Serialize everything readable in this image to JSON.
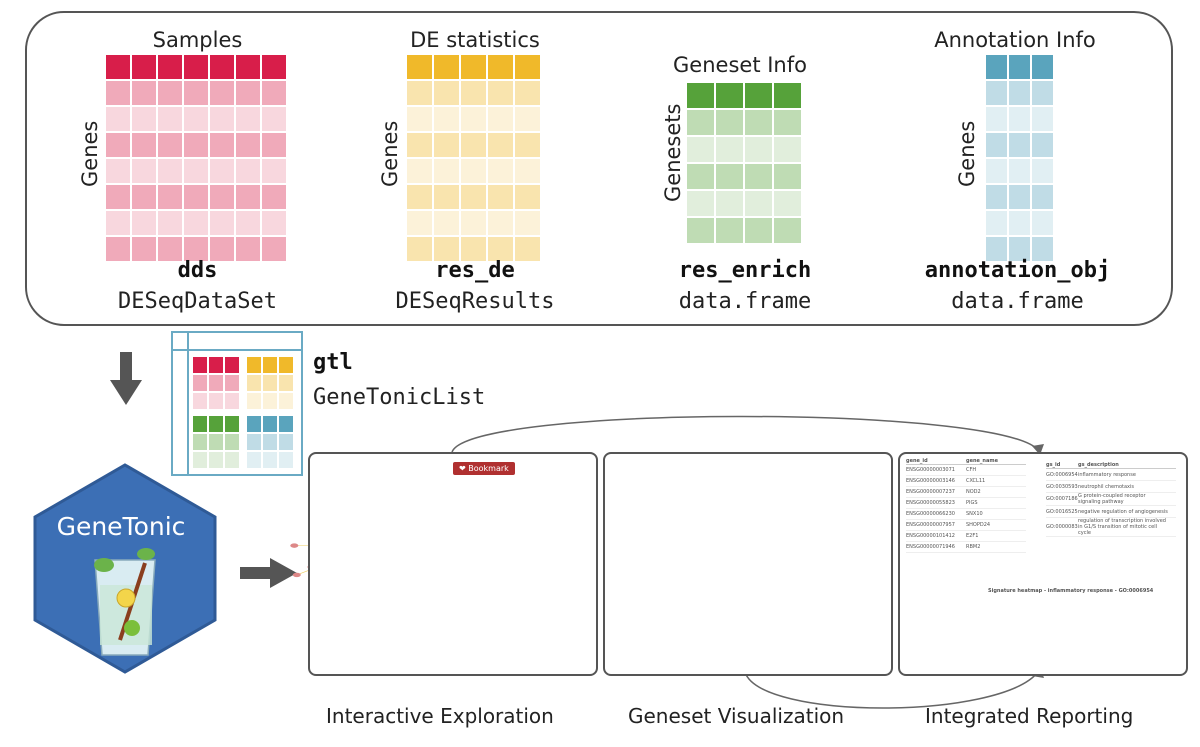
{
  "inputs": [
    {
      "title": "Samples",
      "row_axis": "Genes",
      "name": "dds",
      "class": "DESeqDataSet",
      "color": "#d81e4a"
    },
    {
      "title": "DE statistics",
      "row_axis": "Genes",
      "name": "res_de",
      "class": "DESeqResults",
      "color": "#f0b92a"
    },
    {
      "title": "Geneset Info",
      "row_axis": "Genesets",
      "name": "res_enrich",
      "class": "data.frame",
      "color": "#56a23a"
    },
    {
      "title": "Annotation Info",
      "row_axis": "Genes",
      "name": "annotation_obj",
      "class": "data.frame",
      "color": "#5aa4bd"
    }
  ],
  "container": {
    "name": "gtl",
    "class": "GeneTonicList"
  },
  "logo": {
    "text": "GeneTonic",
    "color": "#3c6fb5"
  },
  "panels": [
    {
      "label": "Interactive Exploration",
      "bookmark": "Bookmark"
    },
    {
      "label": "Geneset Visualization"
    },
    {
      "label": "Integrated Reporting"
    }
  ],
  "table_header": {
    "gene_id": "gene_id",
    "gene_name": "gene_name",
    "gs_id": "gs_id",
    "gs_description": "gs_description"
  },
  "gene_rows": [
    {
      "id": "ENSG00000003071",
      "name": "CFH"
    },
    {
      "id": "ENSG00000003146",
      "name": "CXCL11"
    },
    {
      "id": "ENSG00000007237",
      "name": "NOD2"
    },
    {
      "id": "ENSG00000055823",
      "name": "PIGS"
    },
    {
      "id": "ENSG00000066230",
      "name": "SNX10"
    },
    {
      "id": "ENSG00000007957",
      "name": "SHOPD24"
    },
    {
      "id": "ENSG00000101412",
      "name": "E2F1"
    },
    {
      "id": "ENSG00000071946",
      "name": "RBM2"
    }
  ],
  "gs_rows": [
    {
      "id": "GO:0006954",
      "desc": "inflammatory response"
    },
    {
      "id": "GO:0030593",
      "desc": "neutrophil chemotaxis"
    },
    {
      "id": "GO:0007186",
      "desc": "G protein-coupled receptor signaling pathway"
    },
    {
      "id": "GO:0016525",
      "desc": "negative regulation of angiogenesis"
    },
    {
      "id": "GO:0000083",
      "desc": "regulation of transcription involved in G1/S transition of mitotic cell cycle"
    }
  ],
  "report_heatmap_title": "Signature heatmap - inflammatory response - GO:0006954",
  "colors": {
    "outline": "#555555",
    "arrow": "#555555",
    "container_border": "#6aaac4"
  }
}
